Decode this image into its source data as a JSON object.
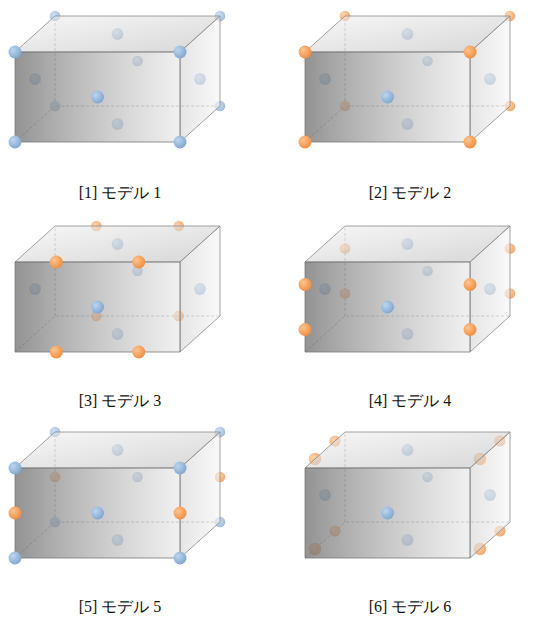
{
  "diagram": {
    "labels": [
      "[1] モデル 1",
      "[2] モデル 2",
      "[3] モデル 3",
      "[4] モデル 4",
      "[5] モデル 5",
      "[6] モデル 6"
    ]
  }
}
